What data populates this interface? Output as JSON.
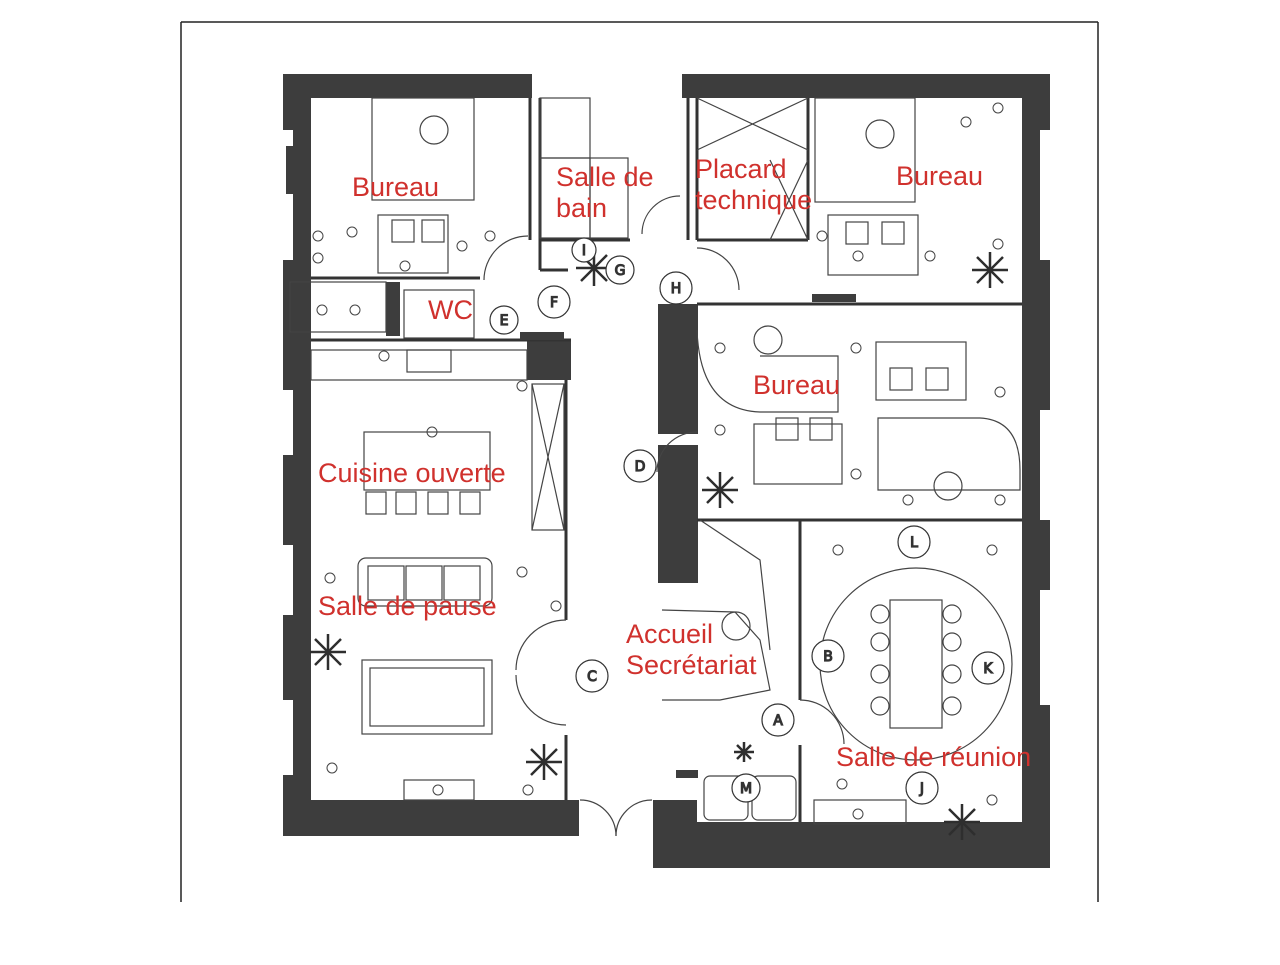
{
  "plan": {
    "rooms": [
      {
        "id": "bureau-nw",
        "name": "Bureau"
      },
      {
        "id": "salle-de-bain",
        "name": "Salle de",
        "name_line2": "bain"
      },
      {
        "id": "placard-technique",
        "name": "Placard",
        "name_line2": "technique"
      },
      {
        "id": "bureau-ne",
        "name": "Bureau"
      },
      {
        "id": "wc",
        "name": "WC"
      },
      {
        "id": "bureau-east",
        "name": "Bureau"
      },
      {
        "id": "cuisine-ouverte",
        "name": "Cuisine ouverte"
      },
      {
        "id": "salle-de-pause",
        "name": "Salle de pause"
      },
      {
        "id": "accueil",
        "name": "Accueil",
        "name_line2": "Secrétariat"
      },
      {
        "id": "salle-de-reunion",
        "name": "Salle de réunion"
      }
    ],
    "zone_markers": [
      "A",
      "B",
      "C",
      "D",
      "E",
      "F",
      "G",
      "H",
      "I",
      "J",
      "K",
      "L",
      "M"
    ],
    "colors": {
      "wall": "#3d3d3d",
      "label": "#d0312d",
      "line": "#333333",
      "background": "#ffffff"
    }
  }
}
